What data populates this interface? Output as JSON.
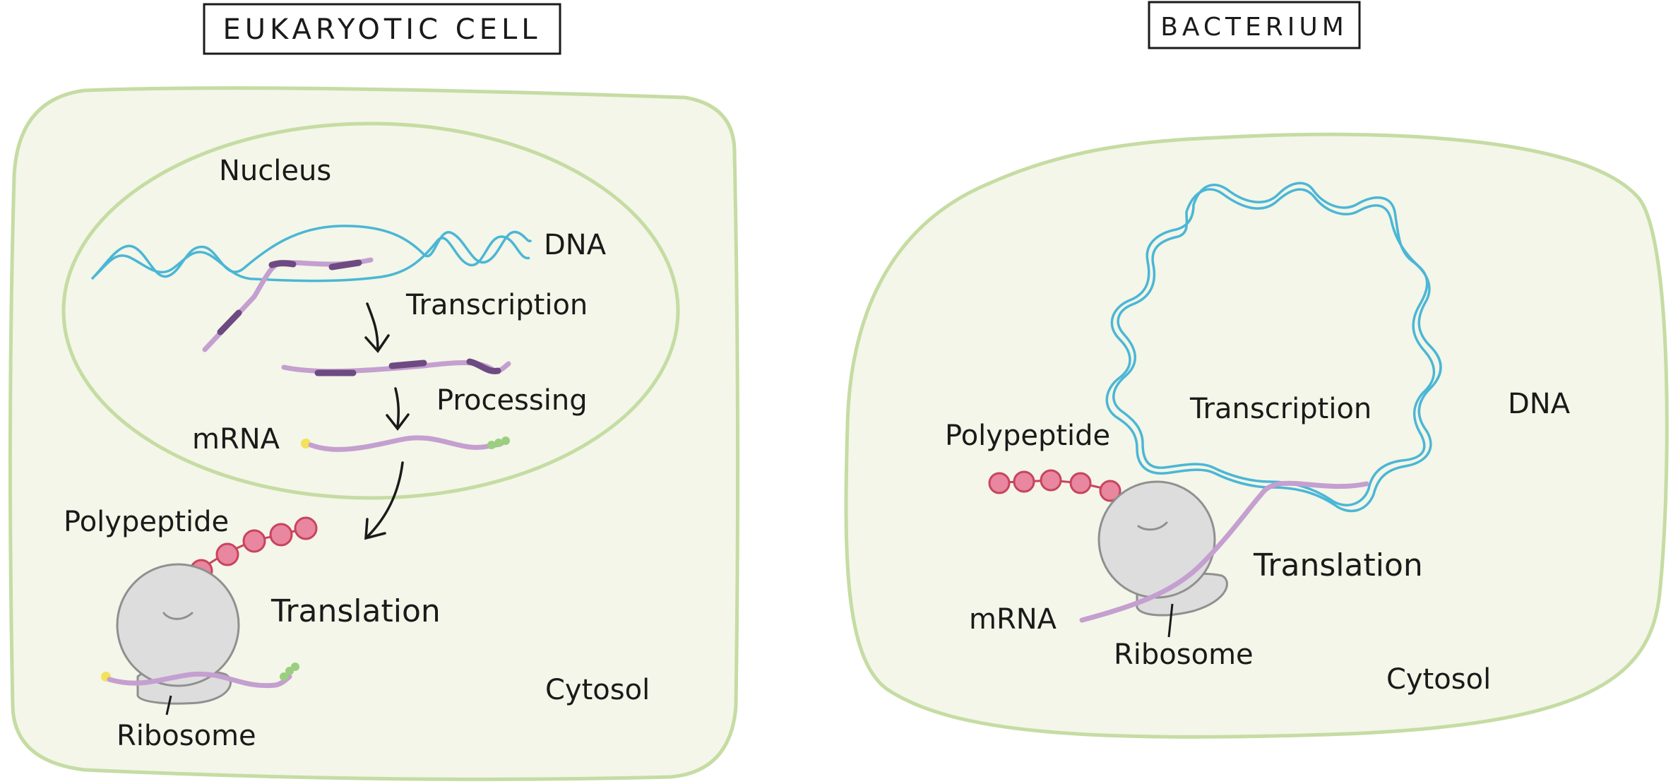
{
  "eukaryote": {
    "title": "EUKARYOTIC CELL",
    "nucleus": "Nucleus",
    "dna": "DNA",
    "transcription": "Transcription",
    "processing": "Processing",
    "mrna": "mRNA",
    "polypeptide": "Polypeptide",
    "translation": "Translation",
    "ribosome": "Ribosome",
    "cytosol": "Cytosol"
  },
  "bacterium": {
    "title": "BACTERIUM",
    "transcription": "Transcription",
    "dna": "DNA",
    "polypeptide": "Polypeptide",
    "translation": "Translation",
    "mrna": "mRNA",
    "ribosome": "Ribosome",
    "cytosol": "Cytosol"
  },
  "colors": {
    "cell_fill": "#f3f6e8",
    "cell_border": "#c5dca3",
    "dna": "#4bb6d6",
    "mrna": "#c49fd0",
    "mrna_dark": "#6e4a82",
    "polypeptide": "#e8879f",
    "polypeptide_border": "#c8445e",
    "ribosome": "#dddddd",
    "ribosome_border": "#909090",
    "cap": "#f3e25c",
    "tail": "#9bcf7f"
  }
}
